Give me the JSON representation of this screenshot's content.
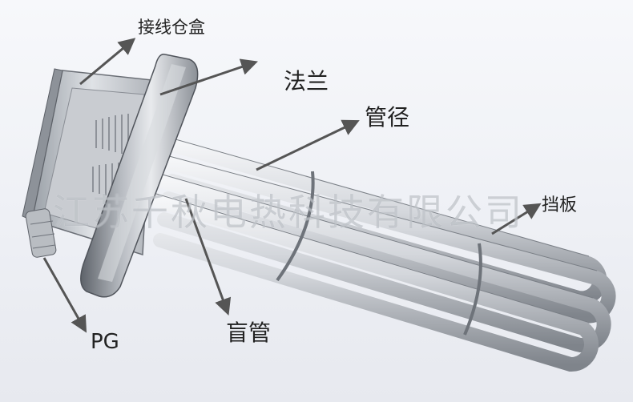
{
  "labels": {
    "terminal_box": "接线仓盒",
    "flange": "法兰",
    "pipe": "管径",
    "baffle": "挡板",
    "blind_pipe": "盲管",
    "pg": "PG"
  },
  "watermark": "江苏千秋电热科技有限公司",
  "colors": {
    "arrow": "#555555",
    "metal_dark": "#6d7178",
    "metal_light": "#e9ebee",
    "background": "#eef0f5"
  }
}
